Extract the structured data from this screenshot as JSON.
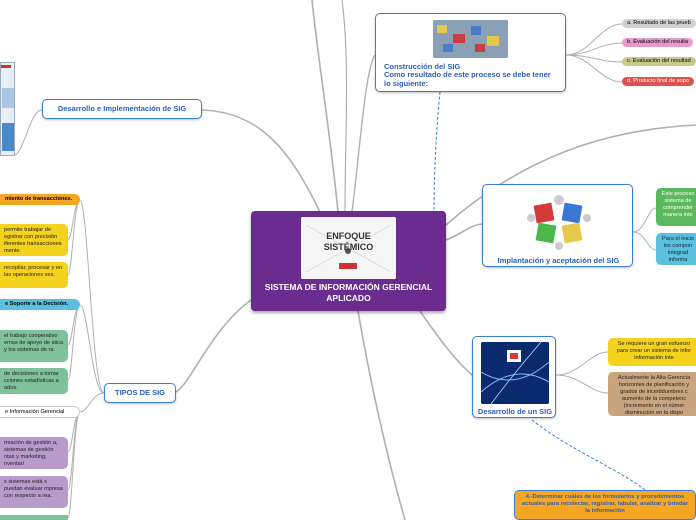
{
  "central": {
    "image_title": "ENFOQUE SISTÉMICO",
    "image_sublabel_1": "ENFOQUE",
    "image_sublabel_2": "SISTÉMICO",
    "title": "SISTEMA DE INFORMACIÓN GERENCIAL APLICADO"
  },
  "desarrollo_implementacion": {
    "label": "Desarrollo e Implementación de SIG"
  },
  "construccion": {
    "title": "Construcción del SIG",
    "subtitle": "Como resultado de este proceso se debe tener lo siguiente:",
    "items": [
      "a. Resultado de las prueb",
      "b. Evaluación del resulta",
      "c. Evaluación del resultad",
      "d. Producto final de sopo"
    ]
  },
  "implantacion": {
    "title": "Implantación y aceptación del SIG",
    "items": [
      "Este proceso sistema de comprender manera inte",
      "Para el inicio los compon integrad informa"
    ]
  },
  "desarrollo_sig": {
    "title": "Desarrollo de un SIG",
    "items": [
      "Se requiere un gran esfuerzo para crear un sistema de infor información inte",
      "Actualmente la Alta Gerencia horizontes de planificación y grados de incertidumbres c aumento de la competenc (incremento en el númer disminución en la dispo"
    ]
  },
  "formularios": {
    "label": "4.-Determinar cuáles de los formularios y procedimientos actuales para recolectar, registrar, tabular, analizar y brindar la información"
  },
  "tipos": {
    "label": "TIPOS DE SIG",
    "transacciones_title": "miento de transacciones.",
    "transacciones_items": [
      "permite trabajar de egistrar con precisión iferentes transacciones mente.",
      "recopilar, procesar y en las operaciones ses."
    ],
    "soporte_title": "e Soporte a la Decisión.",
    "soporte_items": [
      "el trabajo cooperativo emas de apoyo de stica y los sistemas de ra.",
      "de decisiones a tomar cciones estadísticas a ados."
    ],
    "gerencial_title": "e Información Gerencial",
    "gerencial_items": [
      "rmación de gestión a, sistemas de gestión ntas y marketing, nventari",
      "s sistemas está s puedan evaluar mpresa con respecto a rea."
    ]
  },
  "colors": {
    "center_bg": "#6a2c8e",
    "node_border": "#3b7fd4",
    "node_text": "#2c5fb8",
    "yellow": "#f5d21b",
    "green": "#7fc19b",
    "purple": "#b89bcc",
    "orange": "#f5a623",
    "tan": "#c8a57e",
    "pill_gray": "#d0d0d0",
    "pill_pink": "#e69acb",
    "pill_olive": "#c9c98a",
    "pill_red": "#e05050",
    "green_box": "#5cb85c",
    "blue_box": "#5bc0de"
  }
}
